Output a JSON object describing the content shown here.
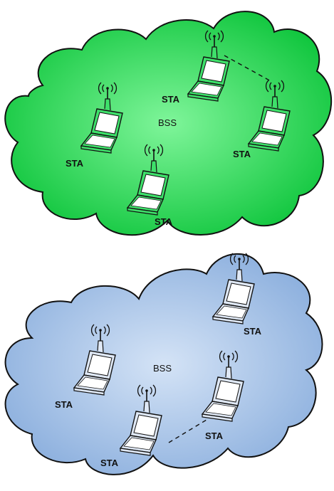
{
  "clouds": [
    {
      "id": "green",
      "bss_label": "BSS",
      "fill_light": "#6ef08a",
      "fill_dark": "#0fc83c",
      "laptop_color": "#3ee06a",
      "stations": [
        {
          "label": "STA"
        },
        {
          "label": "STA"
        },
        {
          "label": "STA"
        },
        {
          "label": "STA"
        }
      ]
    },
    {
      "id": "blue",
      "bss_label": "BSS",
      "fill_light": "#c6d9f2",
      "fill_dark": "#8fb1df",
      "laptop_color": "#dfe8f5",
      "stations": [
        {
          "label": "STA"
        },
        {
          "label": "STA"
        },
        {
          "label": "STA"
        },
        {
          "label": "STA"
        }
      ]
    }
  ]
}
